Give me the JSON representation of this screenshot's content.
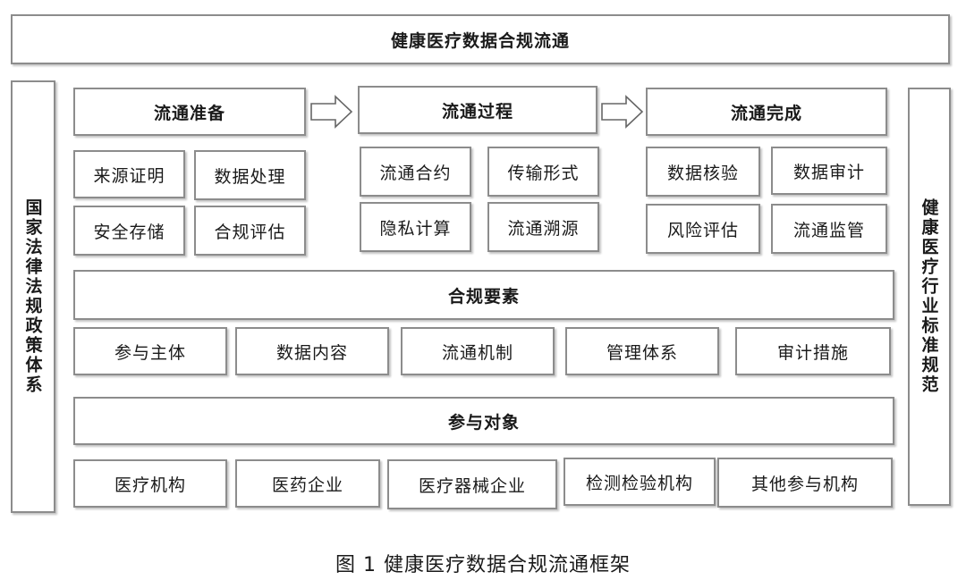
{
  "title": "健康医疗数据合规流通",
  "left_pillar": "国家法律法规政策体系",
  "right_pillar": "健康医疗行业标准规范",
  "stages": [
    {
      "label": "流通准备",
      "items": [
        "来源证明",
        "数据处理",
        "安全存储",
        "合规评估"
      ]
    },
    {
      "label": "流通过程",
      "items": [
        "流通合约",
        "传输形式",
        "隐私计算",
        "流通溯源"
      ]
    },
    {
      "label": "流通完成",
      "items": [
        "数据核验",
        "数据审计",
        "风险评估",
        "流通监管"
      ]
    }
  ],
  "compliance": {
    "label": "合规要素",
    "items": [
      "参与主体",
      "数据内容",
      "流通机制",
      "管理体系",
      "审计措施"
    ]
  },
  "participants": {
    "label": "参与对象",
    "items": [
      "医疗机构",
      "医药企业",
      "医疗器械企业",
      "检测检验机构",
      "其他参与机构"
    ]
  },
  "caption": "图 1  健康医疗数据合规流通框架"
}
